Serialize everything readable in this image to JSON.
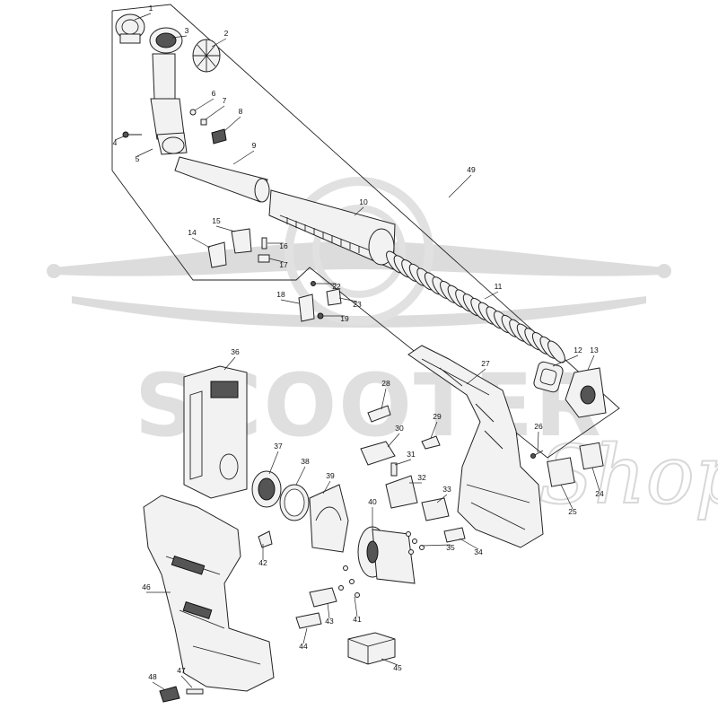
{
  "diagram": {
    "watermark": "SCOOTER",
    "watermark_script": "Shop",
    "callouts": {
      "p1": "1",
      "p2": "2",
      "p3": "3",
      "p4": "4",
      "p5": "5",
      "p6": "6",
      "p7": "7",
      "p8": "8",
      "p9": "9",
      "p10": "10",
      "p11": "11",
      "p12": "12",
      "p13": "13",
      "p14": "14",
      "p15": "15",
      "p16": "16",
      "p17": "17",
      "p18": "18",
      "p19": "19",
      "p22": "22",
      "p23": "23",
      "p24": "24",
      "p25": "25",
      "p26": "26",
      "p27": "27",
      "p28": "28",
      "p29": "29",
      "p30": "30",
      "p31": "31",
      "p32": "32",
      "p33": "33",
      "p34": "34",
      "p35": "35",
      "p36": "36",
      "p37": "37",
      "p38": "38",
      "p39": "39",
      "p40": "40",
      "p41": "41",
      "p42": "42",
      "p43": "43",
      "p44": "44",
      "p45": "45",
      "p46": "46",
      "p47": "47",
      "p48": "48",
      "p49": "49"
    }
  }
}
